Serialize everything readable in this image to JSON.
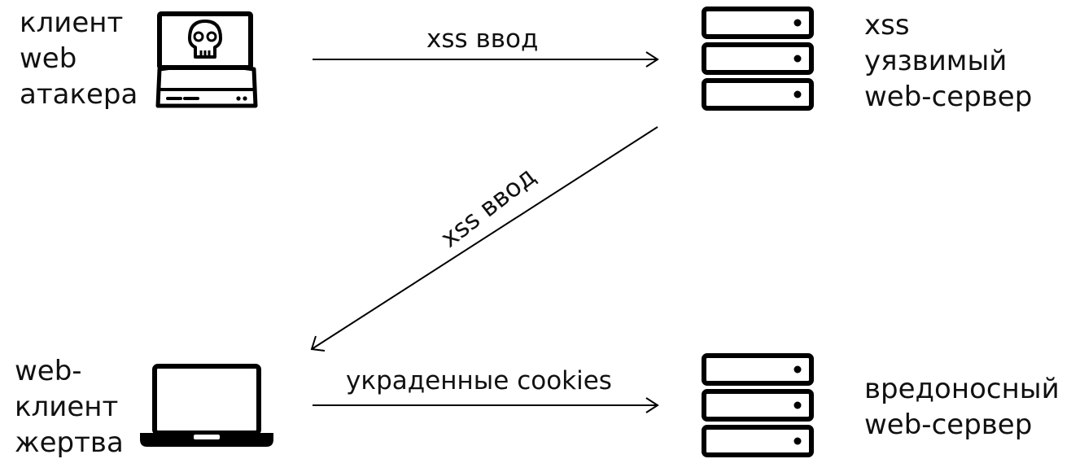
{
  "nodes": {
    "attacker_client": {
      "label_lines": [
        "клиент",
        "web",
        "атакера"
      ],
      "icon": "attacker-laptop-skull-icon"
    },
    "vulnerable_server": {
      "label_lines": [
        "xss",
        "уязвимый",
        "web-сервер"
      ],
      "icon": "server-stack-icon"
    },
    "victim_client": {
      "label_lines": [
        "web-",
        "клиент",
        "жертва"
      ],
      "icon": "laptop-icon"
    },
    "malicious_server": {
      "label_lines": [
        "вредоносный",
        "web-сервер"
      ],
      "icon": "server-stack-icon"
    }
  },
  "edges": [
    {
      "from": "attacker_client",
      "to": "vulnerable_server",
      "label": "xss ввод"
    },
    {
      "from": "vulnerable_server",
      "to": "victim_client",
      "label": "xss ввод"
    },
    {
      "from": "victim_client",
      "to": "malicious_server",
      "label": "украденные cookies"
    }
  ],
  "colors": {
    "stroke": "#000000",
    "background": "#ffffff"
  }
}
